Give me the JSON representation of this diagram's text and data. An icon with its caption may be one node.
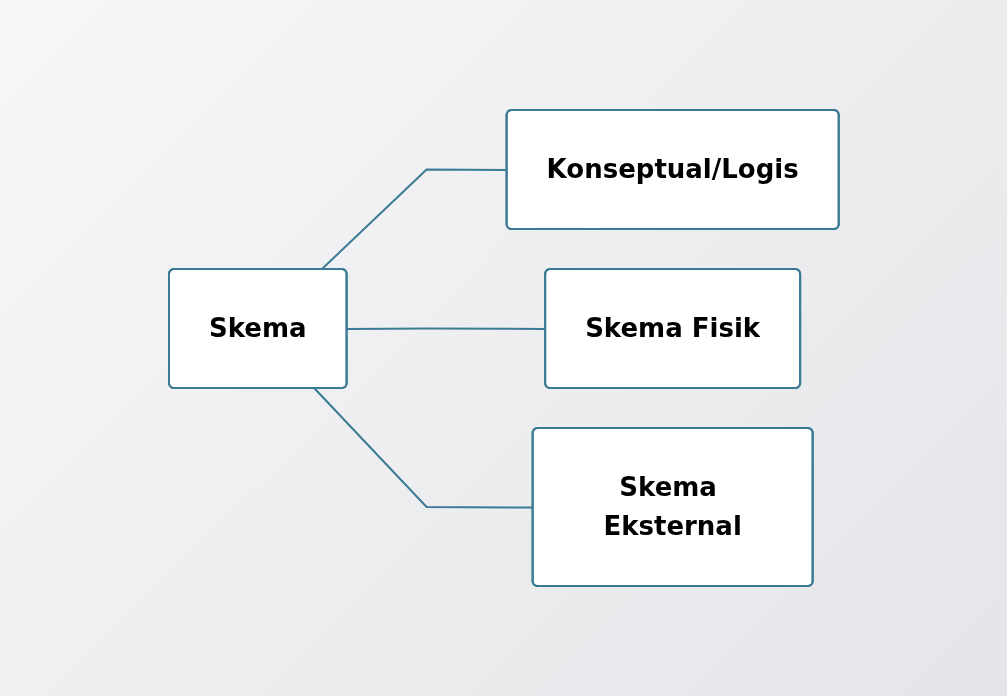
{
  "diagram": {
    "nodes": [
      {
        "text": [
          "Skema"
        ]
      },
      {
        "text": [
          "Konseptual/Logis"
        ]
      },
      {
        "text": [
          "Skema Fisik"
        ]
      },
      {
        "text": [
          "Skema Eksternal"
        ]
      }
    ],
    "edges": [
      {
        "from": 0,
        "to": 1,
        "arrow": "none"
      },
      {
        "from": 0,
        "to": 2,
        "arrow": "none"
      },
      {
        "from": 0,
        "to": 3,
        "arrow": "none"
      }
    ]
  }
}
